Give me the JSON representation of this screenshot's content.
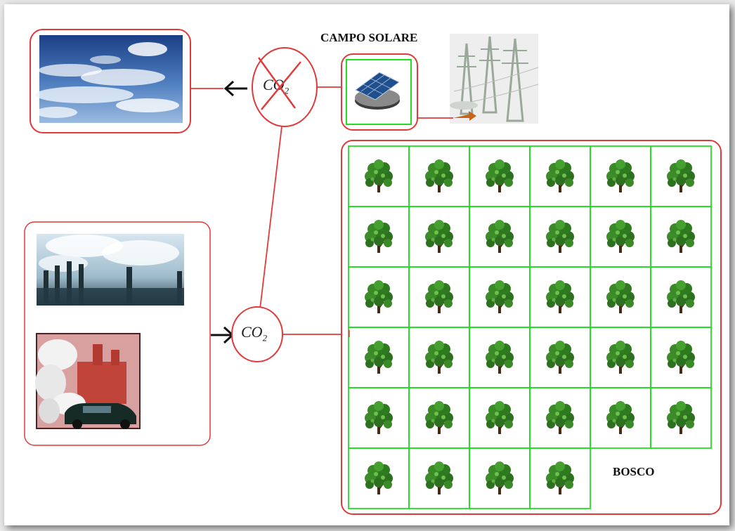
{
  "labels": {
    "solar_field": "CAMPO SOLARE",
    "forest": "BOSCO",
    "co2_main": "CO",
    "co2_sub": "2",
    "co2_crossed_main": "CO",
    "co2_crossed_sub": "2"
  },
  "forest_grid": {
    "rows": 6,
    "columns": 6,
    "last_row_trees": 4
  },
  "colors": {
    "box_border": "#e03a3a",
    "grid_border": "#22dd22",
    "link_line": "#e03a3a",
    "arrow": "#111111",
    "tree_foliage": "#2f7a1f",
    "tree_trunk": "#4a2a12",
    "transmission_arrow": "#c8641a"
  },
  "icons": [
    "sky-clouds-image",
    "factory-chimneys-image",
    "pollution-car-image",
    "solar-panel-icon",
    "power-pylons-image",
    "tree-icon",
    "left-arrow-icon",
    "right-arrow-icon"
  ]
}
